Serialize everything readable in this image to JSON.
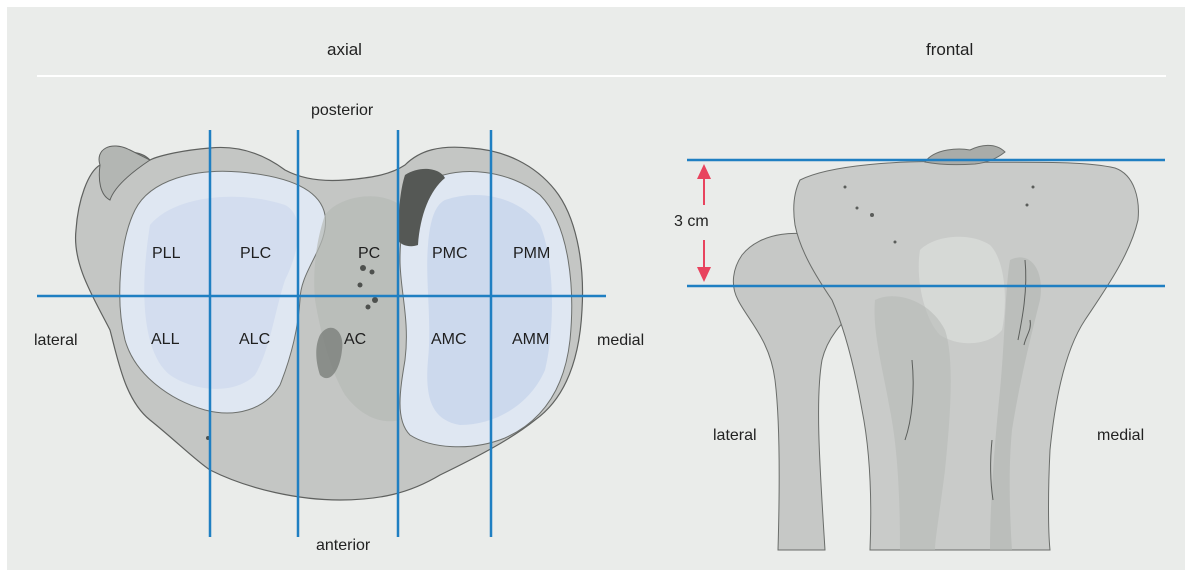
{
  "panels": {
    "axial": {
      "title": "axial",
      "orientation": {
        "top": "posterior",
        "bottom": "anterior",
        "left": "lateral",
        "right": "medial"
      },
      "zones": [
        "PLL",
        "PLC",
        "PC",
        "PMC",
        "PMM",
        "ALL",
        "ALC",
        "AC",
        "AMC",
        "AMM"
      ]
    },
    "frontal": {
      "title": "frontal",
      "measurement": "3 cm",
      "side_labels": {
        "left": "lateral",
        "right": "medial"
      }
    }
  },
  "colors": {
    "line": "#1f7fc2",
    "arrow": "#e8435e",
    "bone": "#c7c9c7",
    "bone_dark": "#8f928f",
    "cartilage": "#d8e3f1",
    "panel": "#eaecea"
  }
}
